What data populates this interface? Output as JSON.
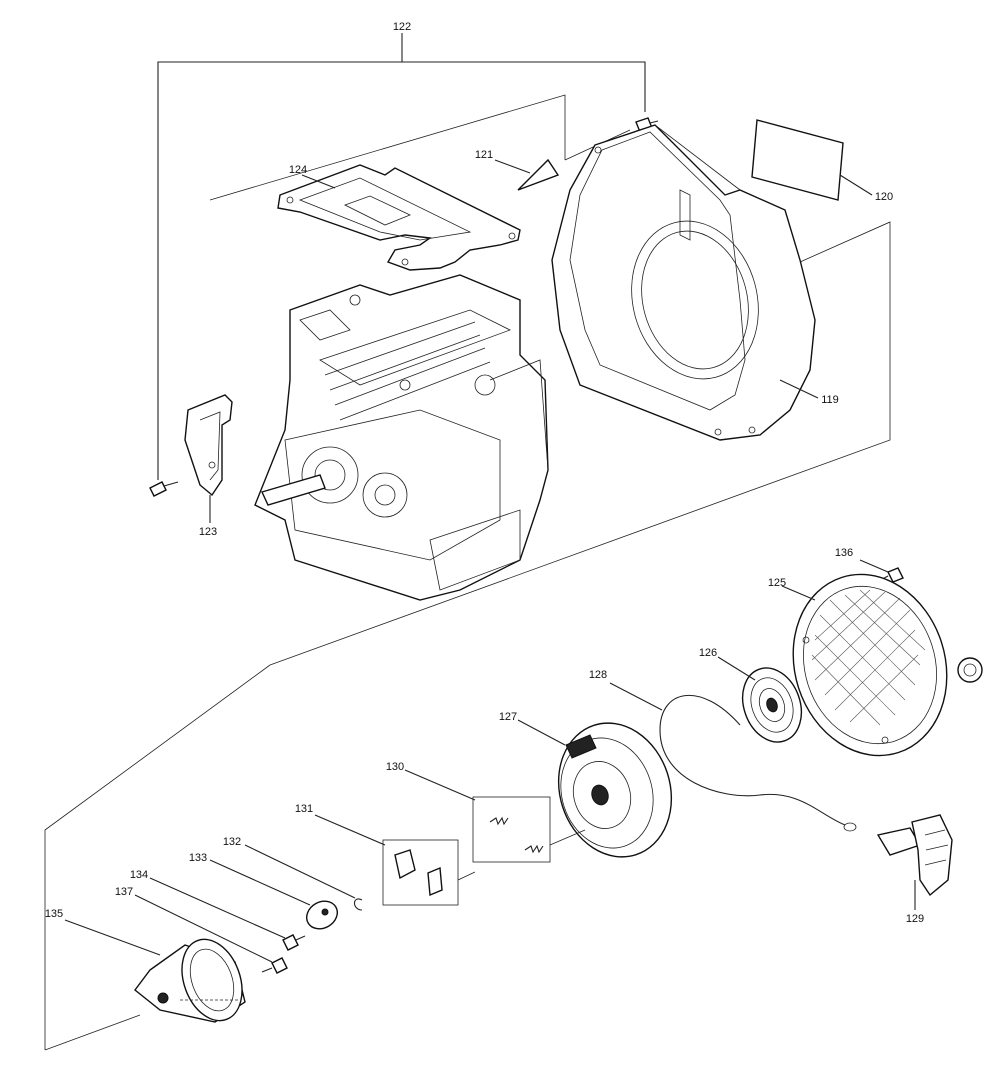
{
  "labels": {
    "p119": "119",
    "p120": "120",
    "p121": "121",
    "p122": "122",
    "p123": "123",
    "p124": "124",
    "p125": "125",
    "p126": "126",
    "p127": "127",
    "p128": "128",
    "p129": "129",
    "p130": "130",
    "p131": "131",
    "p132": "132",
    "p133": "133",
    "p134": "134",
    "p135": "135",
    "p136": "136",
    "p137": "137"
  }
}
